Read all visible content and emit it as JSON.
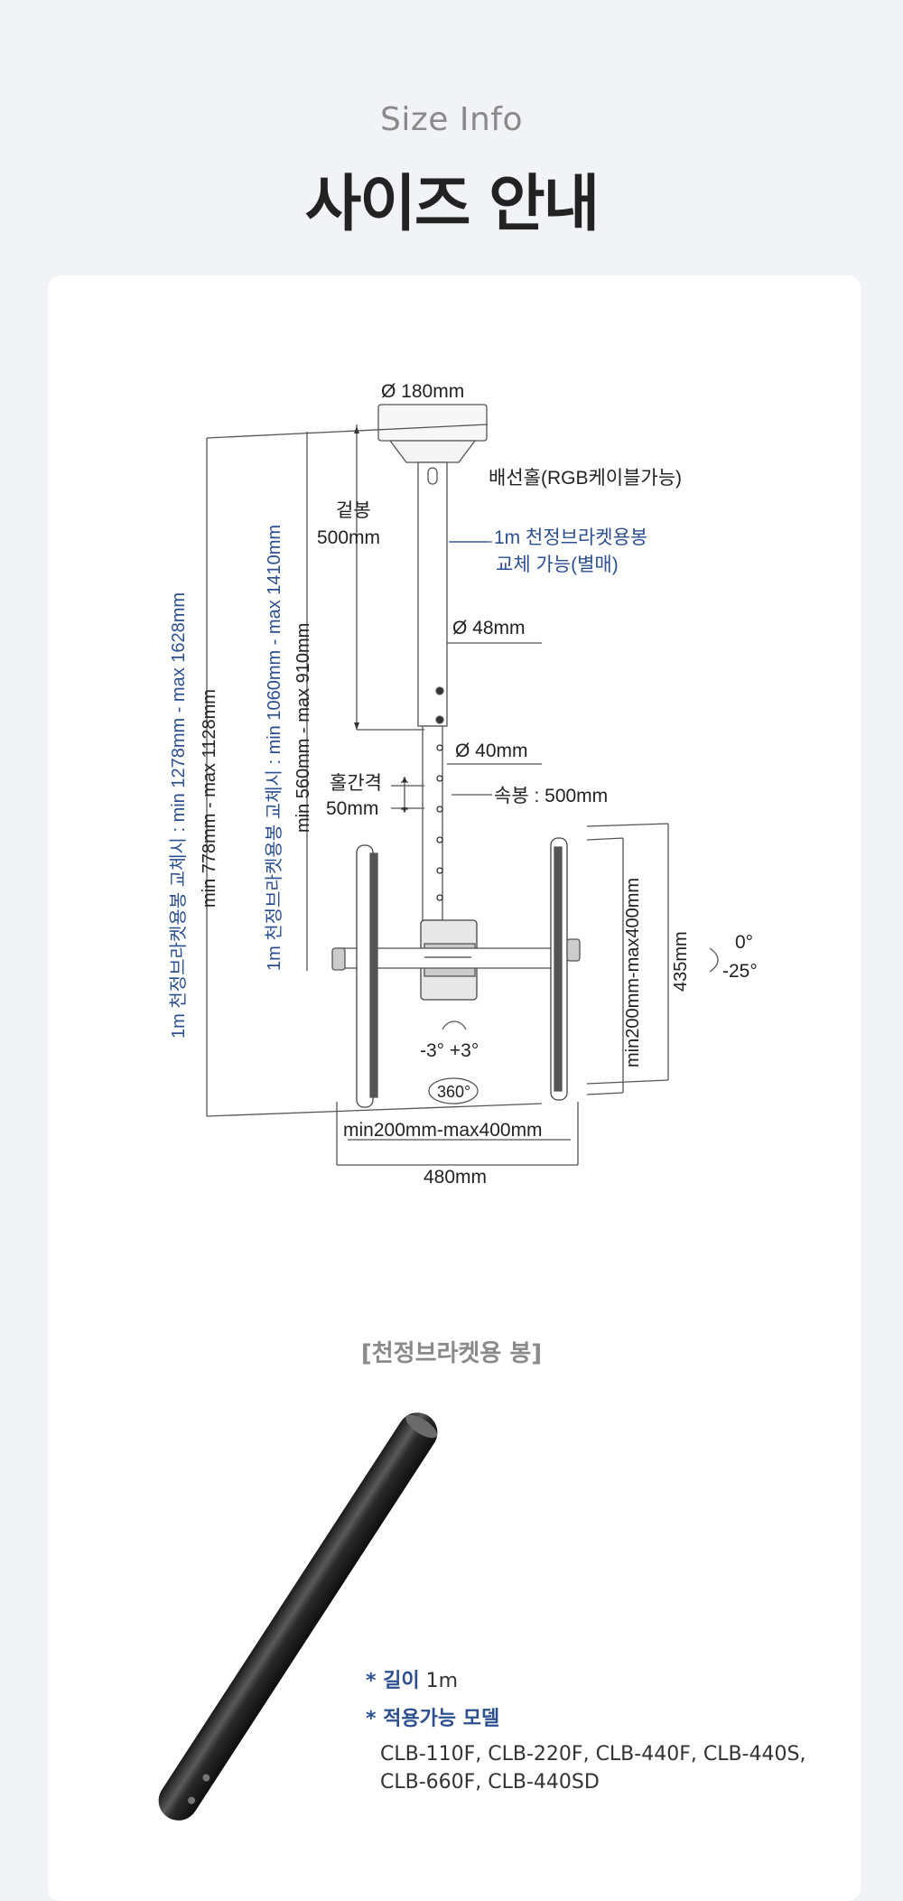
{
  "header": {
    "subtitle": "Size Info",
    "title": "사이즈 안내"
  },
  "diagram": {
    "plate_diameter": "Ø 180mm",
    "cable_hole": "배선홀(RGB케이블가능)",
    "rod_replace_line1": "1m 천정브라켓용봉",
    "rod_replace_line2": "교체 가능(별매)",
    "outer_rod_label1": "겉봉",
    "outer_rod_label2": "500mm",
    "outer_diameter": "Ø 48mm",
    "inner_diameter": "Ø 40mm",
    "hole_gap_label1": "홀간격",
    "hole_gap_label2": "50mm",
    "inner_rod": "속봉 : 500mm",
    "vert_total_replace": "1m 천정브라켓용봉 교체시 : min 1278mm - max 1628mm",
    "vert_total": "min 778mm - max 1128mm",
    "vert_rod_replace": "1m 천정브라켓용봉 교체시 : min 1060mm - max 1410mm",
    "vert_rod": "min 560mm - max 910mm",
    "tilt_top": "0°",
    "tilt_bottom": "-25°",
    "vesa_vertical": "min200mm-max400mm",
    "bracket_height": "435mm",
    "swivel": "-3° +3°",
    "rotation": "360°",
    "vesa_horizontal": "min200mm-max400mm",
    "bracket_width": "480mm"
  },
  "rod_section": {
    "caption": "[천정브라켓용 봉]",
    "length_key": "* 길이",
    "length_value": "1m",
    "models_key": "* 적용가능 모델",
    "models": "CLB-110F, CLB-220F, CLB-440F, CLB-440S, CLB-660F, CLB-440SD"
  },
  "colors": {
    "accent_blue": "#2c4f8f",
    "background": "#f2f3f6"
  }
}
